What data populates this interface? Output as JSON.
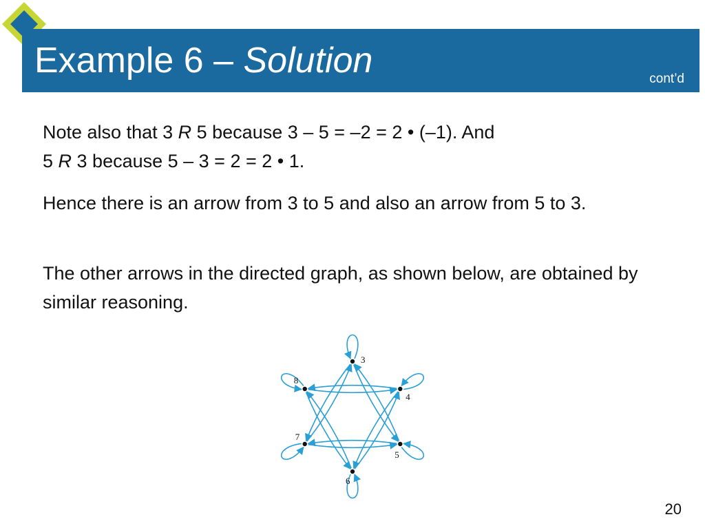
{
  "slide": {
    "title_main": "Example 6 – ",
    "title_italic": "Solution",
    "contd": "cont’d",
    "page_number": "20"
  },
  "body": {
    "p1_line1_a": "Note also that 3 ",
    "p1_line1_r": "R",
    "p1_line1_b": " 5 because 3 – 5 = –2 = 2 • (–1). And",
    "p1_line2_a": "5 ",
    "p1_line2_r": "R",
    "p1_line2_b": " 3 because 5 – 3 = 2 = 2 • 1.",
    "p2": "Hence there is an arrow from 3 to 5 and also an arrow from 5 to 3.",
    "p3": "The other arrows in the directed graph, as shown below, are obtained by similar reasoning."
  },
  "graph": {
    "nodes": [
      "3",
      "4",
      "5",
      "6",
      "7",
      "8"
    ],
    "edge_color": "#2a9fd6"
  }
}
